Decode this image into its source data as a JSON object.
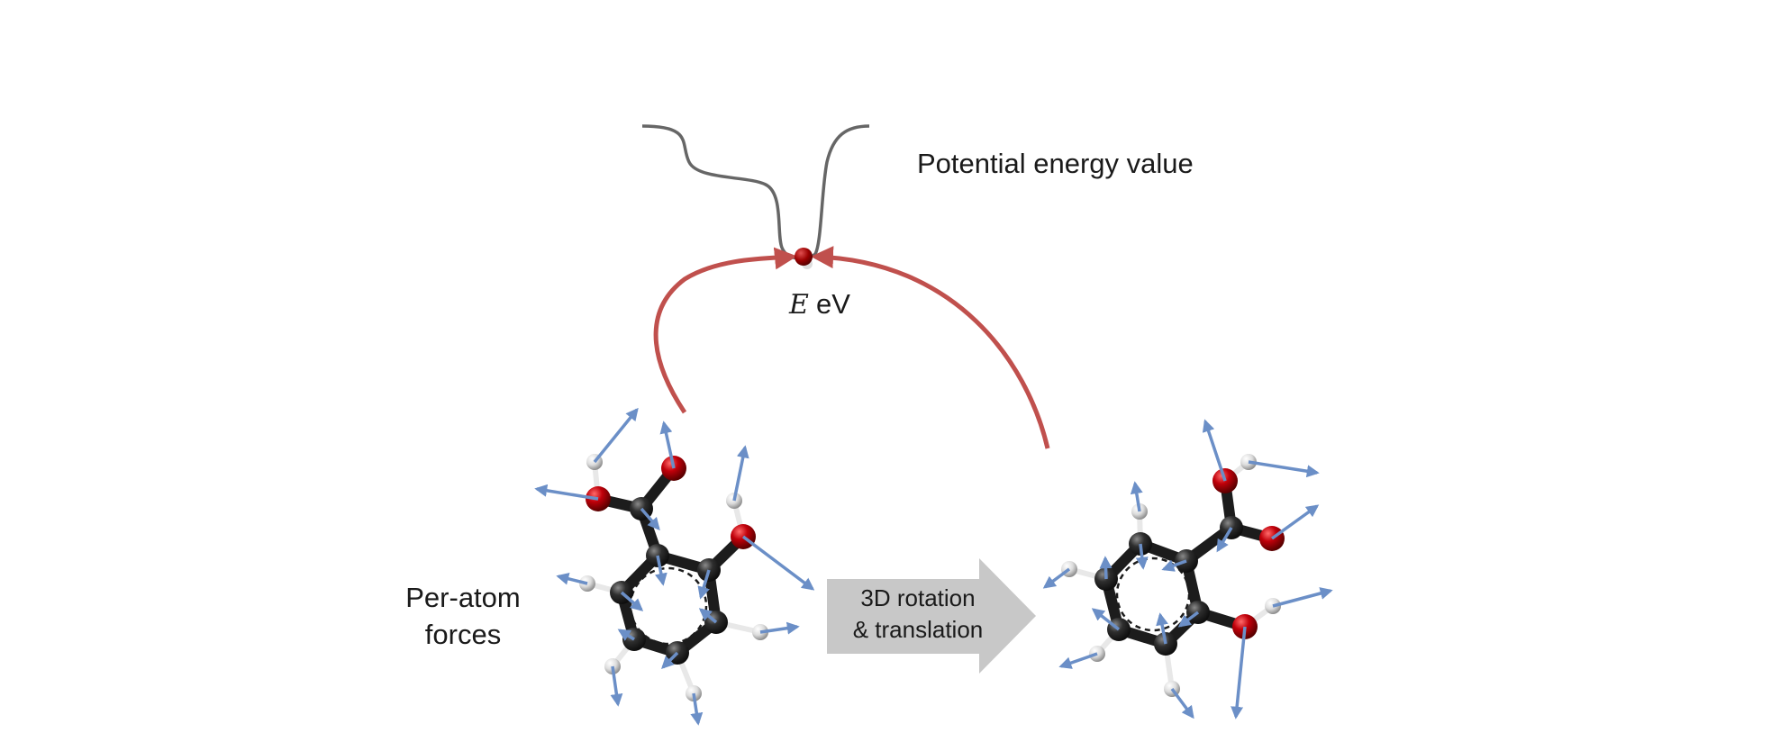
{
  "labels": {
    "energy_title": "Potential energy value",
    "energy_symbol": "E",
    "energy_unit": "eV",
    "forces_line1": "Per-atom",
    "forces_line2": "forces",
    "transform_line1": "3D rotation",
    "transform_line2": "& translation"
  },
  "colors": {
    "curve": "#666666",
    "red_arrow": "#c0504d",
    "energy_dot": "#9b0000",
    "force_arrow": "#6b8fc7",
    "carbon": "#2b2b2b",
    "oxygen": "#c0000a",
    "hydrogen": "#e6e6e6",
    "transform_arrow": "#c8c8c8"
  }
}
